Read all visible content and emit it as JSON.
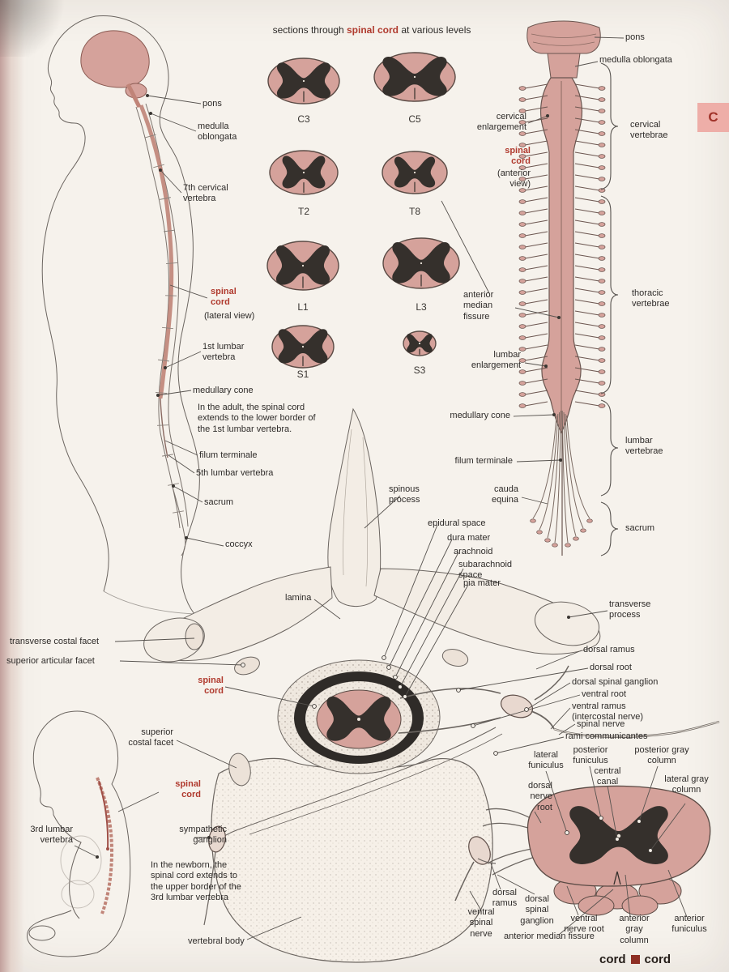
{
  "page": {
    "tab_letter": "C",
    "footer_word_left": "cord",
    "footer_word_right": "cord"
  },
  "header": {
    "part1": "sections through ",
    "highlight": "spinal cord",
    "part2": " at various levels"
  },
  "sections": {
    "levels": [
      "C3",
      "C5",
      "T2",
      "T8",
      "L1",
      "L3",
      "S1",
      "S3"
    ]
  },
  "left_figure": {
    "pons": "pons",
    "medulla_oblongata": "medulla oblongata",
    "seventh_cervical_vertebra": "7th cervical vertebra",
    "spinal_cord": "spinal cord",
    "view": "(lateral view)",
    "first_lumbar_vertebra": "1st lumbar vertebra",
    "medullary_cone": "medullary cone",
    "note": "In the adult, the spinal cord extends to the lower border of the 1st lumbar vertebra.",
    "filum_terminale": "filum terminale",
    "fifth_lumbar_vertebra": "5th lumbar vertebra",
    "sacrum": "sacrum",
    "coccyx": "coccyx"
  },
  "right_figure": {
    "pons": "pons",
    "medulla_oblongata": "medulla oblongata",
    "cervical_enlargement": "cervical enlargement",
    "spinal_cord": "spinal cord",
    "view": "(anterior view)",
    "cervical_vertebrae": "cervical vertebrae",
    "thoracic_vertebrae": "thoracic vertebrae",
    "anterior_median_fissure": "anterior median fissure",
    "lumbar_enlargement": "lumbar enlargement",
    "medullary_cone": "medullary cone",
    "filum_terminale": "filum terminale",
    "cauda_equina": "cauda equina",
    "lumbar_vertebrae": "lumbar vertebrae",
    "sacrum": "sacrum"
  },
  "vertebra_figure": {
    "spinous_process": "spinous process",
    "epidural_space": "epidural space",
    "dura_mater": "dura mater",
    "arachnoid": "arachnoid",
    "subarachnoid_space": "subarachnoid space",
    "pia_mater": "pia mater",
    "lamina": "lamina",
    "transverse_process": "transverse process",
    "transverse_costal_facet": "transverse costal facet",
    "superior_articular_facet": "superior articular facet",
    "spinal_cord": "spinal cord",
    "dorsal_ramus": "dorsal ramus",
    "dorsal_root": "dorsal root",
    "dorsal_spinal_ganglion": "dorsal spinal ganglion",
    "ventral_root": "ventral root",
    "ventral_ramus": "ventral ramus (intercostal nerve)",
    "spinal_nerve": "spinal nerve",
    "rami_communicantes": "rami communicantes",
    "superior_costal_facet": "superior costal facet",
    "sympathetic_ganglion": "sympathetic ganglion",
    "vertebral_body": "vertebral body"
  },
  "newborn_figure": {
    "third_lumbar_vertebra": "3rd lumbar vertebra",
    "spinal_cord": "spinal cord",
    "note": "In the newborn, the spinal cord extends to the upper border of the 3rd lumbar vertebra"
  },
  "detail_figure": {
    "posterior_funiculus": "posterior funiculus",
    "central_canal": "central canal",
    "posterior_gray_column": "posterior gray column",
    "lateral_funiculus": "lateral funiculus",
    "lateral_gray_column": "lateral gray column",
    "dorsal_nerve_root": "dorsal nerve root",
    "dorsal_ramus": "dorsal ramus",
    "dorsal_spinal_ganglion": "dorsal spinal ganglion",
    "ventral_spinal_nerve": "ventral spinal nerve",
    "ventral_nerve_root": "ventral nerve root",
    "anterior_median_fissure": "anterior median fissure",
    "anterior_gray_column": "anterior gray column",
    "anterior_funiculus": "anterior funiculus"
  },
  "colors": {
    "accent_red": "#b03a2e",
    "pink": "#d5a29b",
    "gray_matter": "#35302c",
    "tab_bg": "#eeaea8"
  }
}
